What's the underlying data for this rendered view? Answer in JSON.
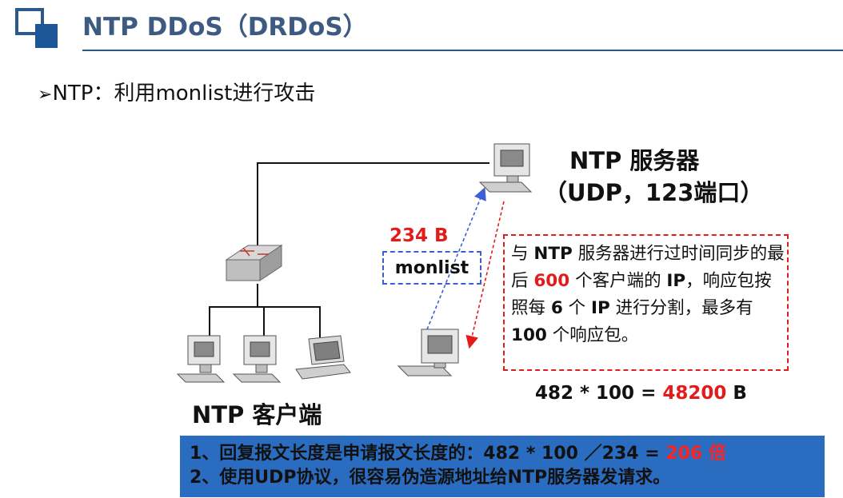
{
  "header": {
    "title": "NTP DDoS（DRDoS）"
  },
  "subtitle": {
    "bullet": "➢",
    "text": "NTP：利用monlist进行攻击"
  },
  "server": {
    "title": "NTP 服务器",
    "subtitle": "（UDP，123端口）"
  },
  "client": {
    "label": "NTP 客户端"
  },
  "request": {
    "size": "234 B",
    "command": "monlist"
  },
  "note": {
    "p1": "与 ",
    "p2": "NTP",
    "p3": " 服务器进行过时间同步的最后 ",
    "p4": "600",
    "p5": " 个客户端的 ",
    "p6": "IP",
    "p7": "，响应包按照每 ",
    "p8": "6",
    "p9": " 个 ",
    "p10": "IP",
    "p11": " 进行分割，最多有 ",
    "p12": "100",
    "p13": " 个响应包。"
  },
  "calc": {
    "expr": "482 * 100 = ",
    "result": "48200",
    "unit": " B"
  },
  "summary": {
    "line1_prefix": "1、回复报文长度是申请报文长度的：482 * 100 ／234 = ",
    "line1_value": "206 倍",
    "line2": "2、使用UDP协议，很容易伪造源地址给NTP服务器发请求。"
  }
}
